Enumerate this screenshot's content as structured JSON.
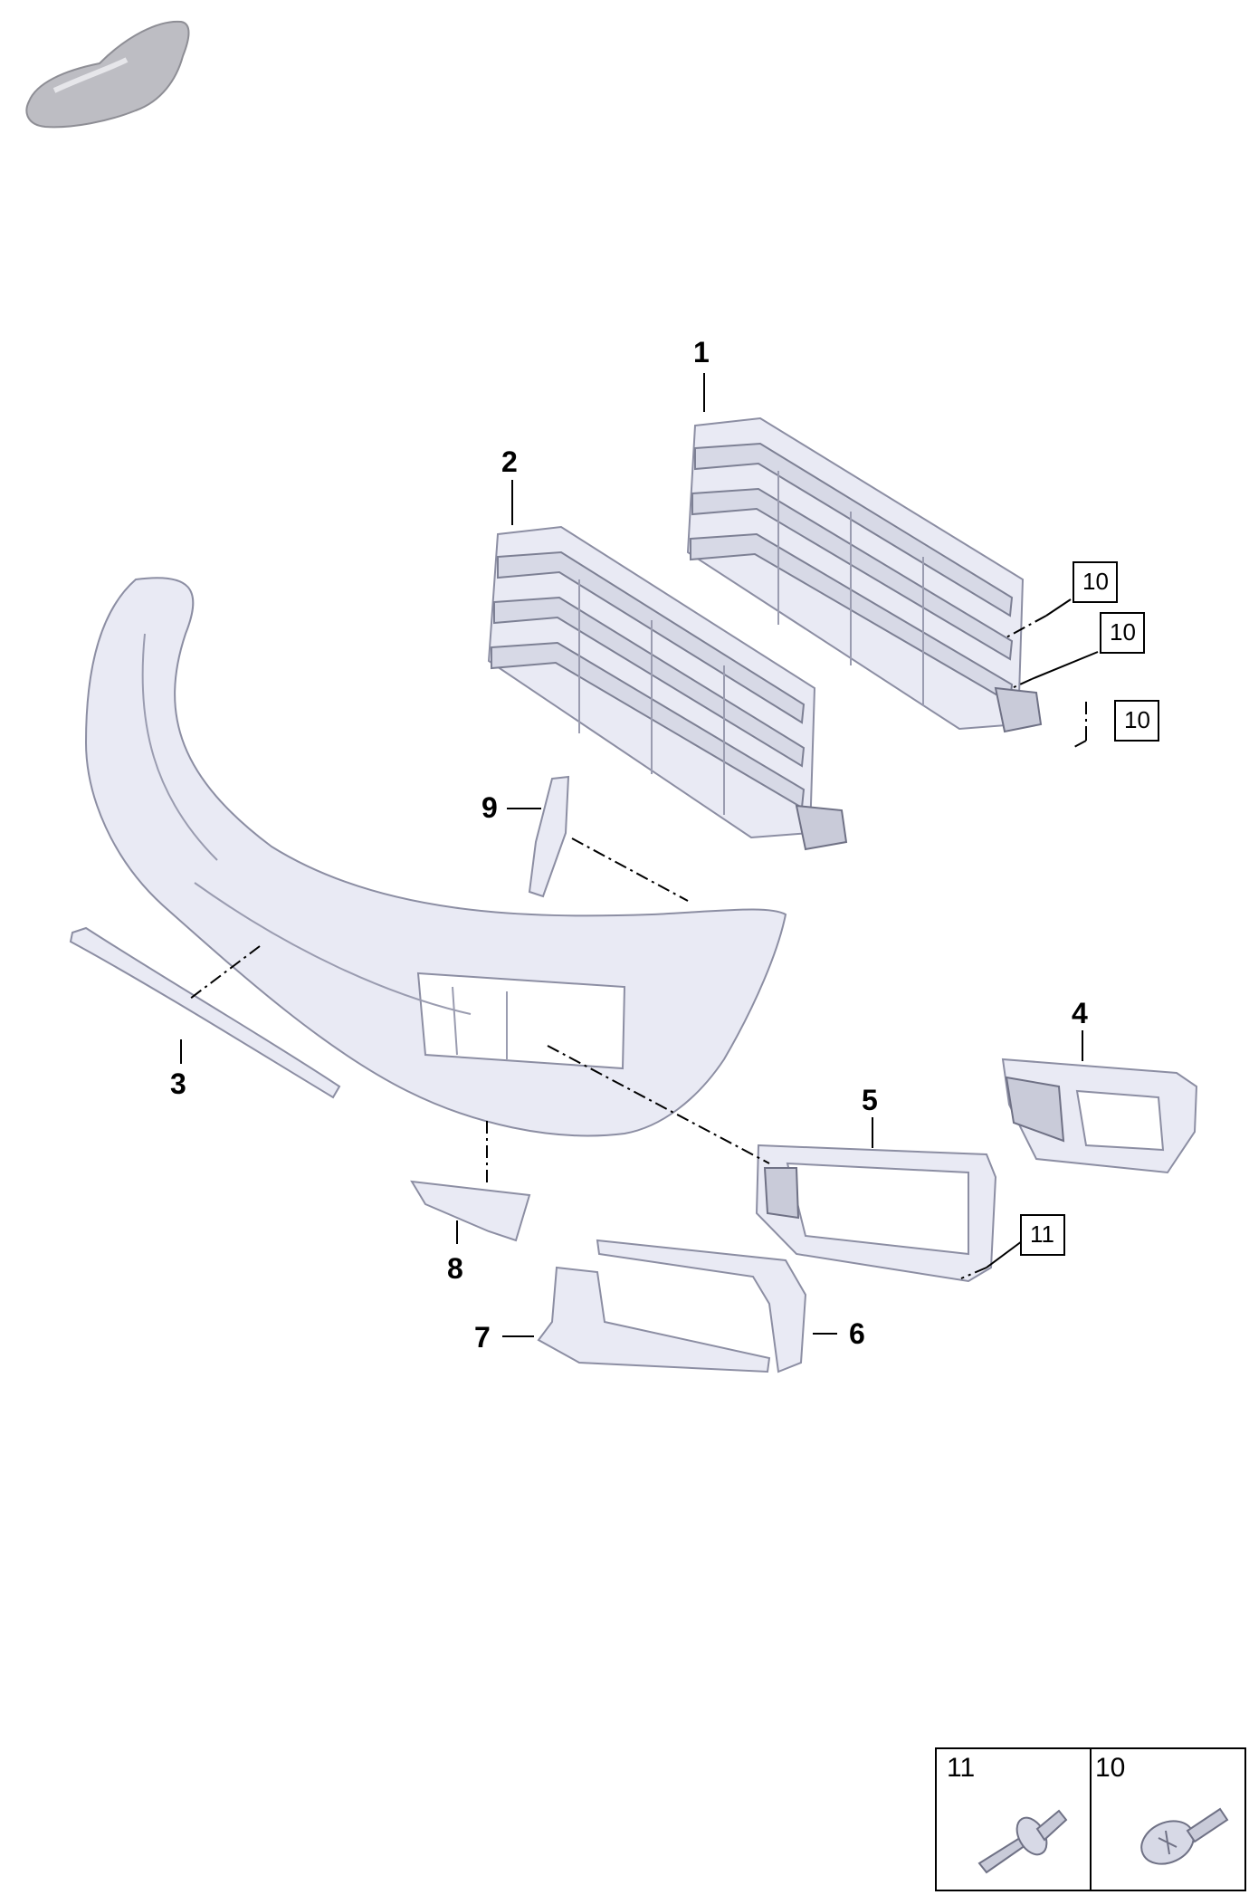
{
  "callouts": {
    "c1": "1",
    "c2": "2",
    "c3": "3",
    "c4": "4",
    "c5": "5",
    "c6": "6",
    "c7": "7",
    "c8": "8",
    "c9": "9"
  },
  "boxed_callouts": {
    "b10a": "10",
    "b10b": "10",
    "b10c": "10",
    "b11": "11"
  },
  "legend": {
    "left_label": "11",
    "right_label": "10"
  }
}
